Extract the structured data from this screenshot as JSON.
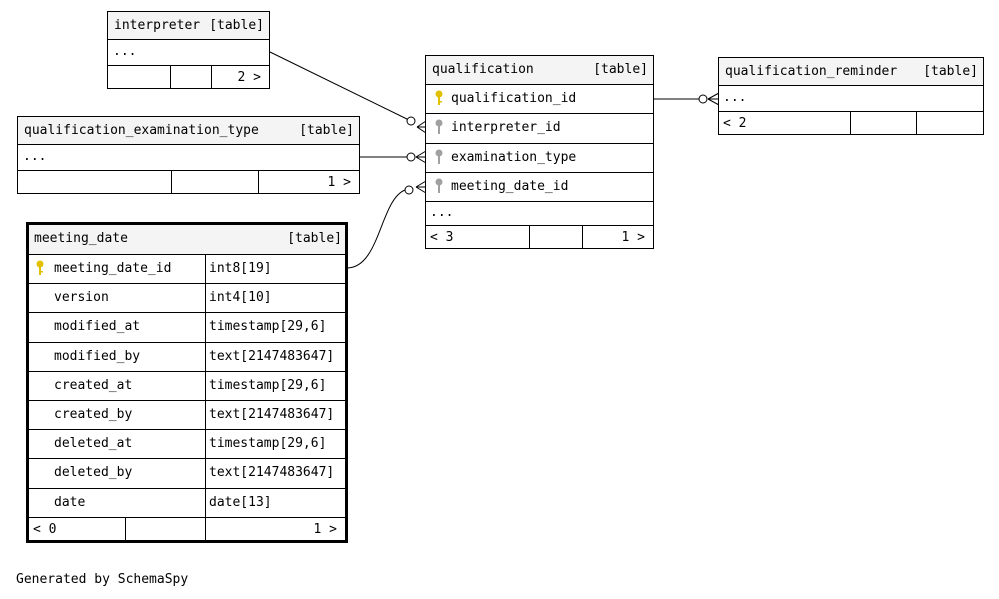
{
  "interpreter": {
    "name": "interpreter",
    "tag": "[table]",
    "ellipsis": "...",
    "children": "2 >"
  },
  "qualification_examination_type": {
    "name": "qualification_examination_type",
    "tag": "[table]",
    "ellipsis": "...",
    "children": "1 >"
  },
  "qualification": {
    "name": "qualification",
    "tag": "[table]",
    "columns": [
      "qualification_id",
      "interpreter_id",
      "examination_type",
      "meeting_date_id"
    ],
    "ellipsis": "...",
    "parents": "< 3",
    "children": "1 >"
  },
  "qualification_reminder": {
    "name": "qualification_reminder",
    "tag": "[table]",
    "ellipsis": "...",
    "parents": "< 2"
  },
  "meeting_date": {
    "name": "meeting_date",
    "tag": "[table]",
    "columns": [
      {
        "name": "meeting_date_id",
        "type": "int8[19]"
      },
      {
        "name": "version",
        "type": "int4[10]"
      },
      {
        "name": "modified_at",
        "type": "timestamp[29,6]"
      },
      {
        "name": "modified_by",
        "type": "text[2147483647]"
      },
      {
        "name": "created_at",
        "type": "timestamp[29,6]"
      },
      {
        "name": "created_by",
        "type": "text[2147483647]"
      },
      {
        "name": "deleted_at",
        "type": "timestamp[29,6]"
      },
      {
        "name": "deleted_by",
        "type": "text[2147483647]"
      },
      {
        "name": "date",
        "type": "date[13]"
      }
    ],
    "parents": "< 0",
    "children": "1 >"
  },
  "colors": {
    "header_bg": "#f4f4f4",
    "primary_key": "#e0c000",
    "foreign_key": "#a0a0a0"
  },
  "footer": "Generated by SchemaSpy"
}
